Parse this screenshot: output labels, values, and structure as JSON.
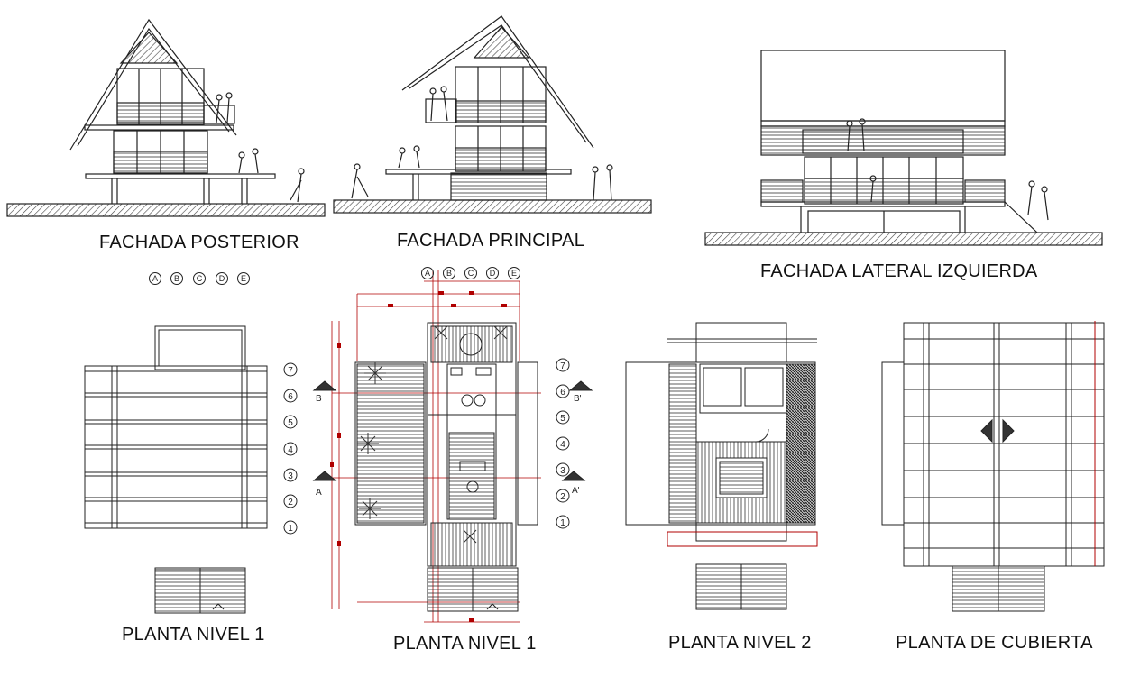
{
  "views": {
    "rear_elevation": "FACHADA POSTERIOR",
    "front_elevation": "FACHADA PRINCIPAL",
    "left_elevation": "FACHADA LATERAL IZQUIERDA",
    "plan_level1_left": "PLANTA NIVEL 1",
    "plan_level1_center": "PLANTA NIVEL 1",
    "plan_level2": "PLANTA NIVEL 2",
    "roof_plan": "PLANTA DE CUBIERTA"
  },
  "grid_letters": [
    "A",
    "B",
    "C",
    "D",
    "E"
  ],
  "grid_numbers": [
    "7",
    "6",
    "5",
    "4",
    "3",
    "2",
    "1"
  ],
  "section_marks": {
    "b_left": "B",
    "b_right": "B'",
    "a_left": "A",
    "a_right": "A'"
  },
  "colors": {
    "line": "#222222",
    "dimension": "#b00000",
    "hatch": "#555555"
  }
}
